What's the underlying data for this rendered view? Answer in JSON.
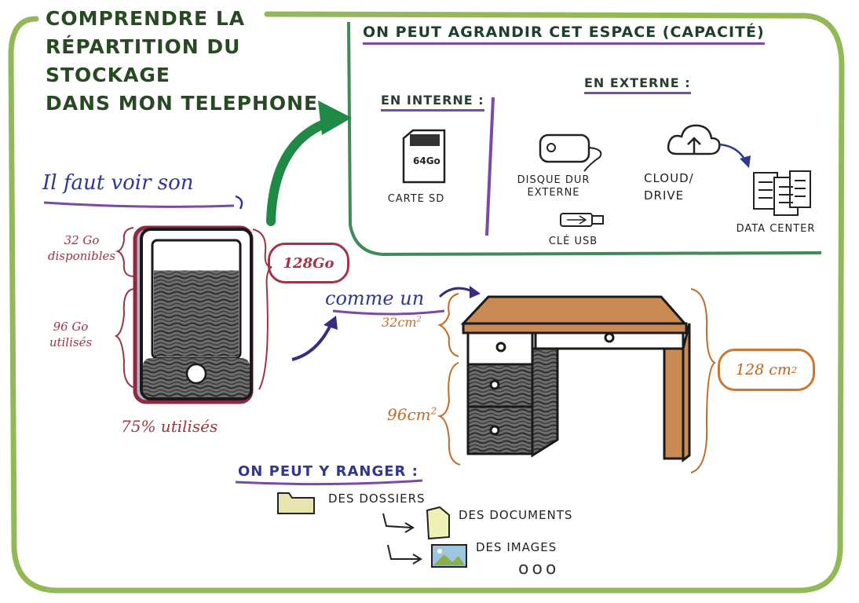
{
  "title": {
    "lines": [
      "COMPRENDRE LA",
      "RÉPARTITION DU STOCKAGE",
      "DANS MON TELEPHONE"
    ]
  },
  "expand": {
    "heading": "ON PEUT AGRANDIR CET ESPACE (CAPACITÉ)",
    "internal": {
      "heading": "EN INTERNE :",
      "sd_text": "64Go",
      "sd_label": "CARTE SD"
    },
    "external": {
      "heading": "EN EXTERNE :",
      "hdd_label_1": "DISQUE DUR",
      "hdd_label_2": "EXTERNE",
      "usb_label": "CLÉ USB",
      "cloud_label_1": "CLOUD/",
      "cloud_label_2": "DRIVE",
      "datacenter_label": "DATA CENTER"
    }
  },
  "phone": {
    "intro": "Il faut voir son",
    "capacity": "128Go",
    "free_value": "32 Go",
    "free_word": "disponibles",
    "used_value": "96 Go",
    "used_word": "utilisés",
    "percent": "75% utilisés",
    "used_fraction": 0.75
  },
  "desk": {
    "intro": "comme un",
    "free": "32cm",
    "used": "96cm",
    "capacity": "128 cm",
    "unit_sup": "2"
  },
  "store": {
    "heading": "ON PEUT Y RANGER :",
    "folders": "DES DOSSIERS",
    "documents": "DES DOCUMENTS",
    "images": "DES IMAGES",
    "more": "ooo"
  },
  "colors": {
    "frame": "#93b957",
    "green_box": "#3f8c5a",
    "purple": "#7b4aa5",
    "maroon": "#a3324a",
    "orange": "#c87832",
    "navy": "#2f3890"
  }
}
